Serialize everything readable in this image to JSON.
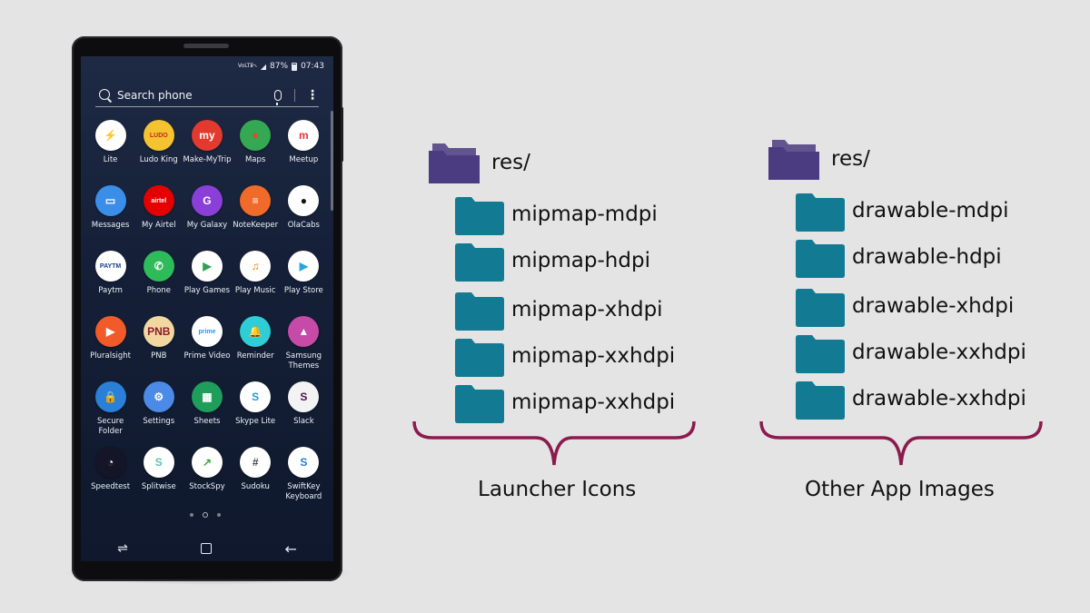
{
  "phone": {
    "status": {
      "network": "VoLTE",
      "battery": "87%",
      "time": "07:43"
    },
    "search": {
      "placeholder": "Search phone"
    },
    "apps": [
      {
        "label": "Lite",
        "icon": "messenger-lite-icon",
        "color": "#ffffff",
        "fg": "#2b7cf6",
        "glyph": "⚡"
      },
      {
        "label": "Ludo King",
        "icon": "ludo-king-icon",
        "color": "#f4c430",
        "fg": "#c6281b",
        "glyph": "LUDO"
      },
      {
        "label": "Make-MyTrip",
        "icon": "makemytrip-icon",
        "color": "#e23a2e",
        "fg": "#ffffff",
        "glyph": "my"
      },
      {
        "label": "Maps",
        "icon": "google-maps-icon",
        "color": "#34a853",
        "fg": "#ea4335",
        "glyph": "●"
      },
      {
        "label": "Meetup",
        "icon": "meetup-icon",
        "color": "#ffffff",
        "fg": "#e0393e",
        "glyph": "m"
      },
      {
        "label": "Messages",
        "icon": "messages-icon",
        "color": "#3b8ee8",
        "fg": "#ffffff",
        "glyph": "▭"
      },
      {
        "label": "My Airtel",
        "icon": "airtel-icon",
        "color": "#e40000",
        "fg": "#ffffff",
        "glyph": "airtel"
      },
      {
        "label": "My Galaxy",
        "icon": "my-galaxy-icon",
        "color": "#8a3fd8",
        "fg": "#ffffff",
        "glyph": "G"
      },
      {
        "label": "NoteKeeper",
        "icon": "notekeeper-icon",
        "color": "#f06a2a",
        "fg": "#ffffff",
        "glyph": "≡"
      },
      {
        "label": "OlaCabs",
        "icon": "olacabs-icon",
        "color": "#ffffff",
        "fg": "#111111",
        "glyph": "●"
      },
      {
        "label": "Paytm",
        "icon": "paytm-icon",
        "color": "#ffffff",
        "fg": "#1a3f8a",
        "glyph": "PAYTM"
      },
      {
        "label": "Phone",
        "icon": "phone-icon",
        "color": "#2ebb5a",
        "fg": "#ffffff",
        "glyph": "✆"
      },
      {
        "label": "Play Games",
        "icon": "play-games-icon",
        "color": "#ffffff",
        "fg": "#2fa14e",
        "glyph": "▶"
      },
      {
        "label": "Play Music",
        "icon": "play-music-icon",
        "color": "#ffffff",
        "fg": "#f57c00",
        "glyph": "♫"
      },
      {
        "label": "Play Store",
        "icon": "play-store-icon",
        "color": "#ffffff",
        "fg": "#2aa3df",
        "glyph": "▶"
      },
      {
        "label": "Pluralsight",
        "icon": "pluralsight-icon",
        "color": "#f15b2a",
        "fg": "#ffffff",
        "glyph": "▶"
      },
      {
        "label": "PNB",
        "icon": "pnb-icon",
        "color": "#f2d8a0",
        "fg": "#8a1c2b",
        "glyph": "PNB"
      },
      {
        "label": "Prime Video",
        "icon": "prime-video-icon",
        "color": "#ffffff",
        "fg": "#1a98ff",
        "glyph": "prime"
      },
      {
        "label": "Reminder",
        "icon": "reminder-icon",
        "color": "#2fcdd6",
        "fg": "#ffffff",
        "glyph": "🔔"
      },
      {
        "label": "Samsung Themes",
        "icon": "samsung-themes-icon",
        "color": "#c64aa8",
        "fg": "#ffffff",
        "glyph": "▲"
      },
      {
        "label": "Secure Folder",
        "icon": "secure-folder-icon",
        "color": "#2a7fd8",
        "fg": "#ffffff",
        "glyph": "🔒"
      },
      {
        "label": "Settings",
        "icon": "settings-icon",
        "color": "#4c8ae8",
        "fg": "#ffffff",
        "glyph": "⚙"
      },
      {
        "label": "Sheets",
        "icon": "sheets-icon",
        "color": "#1e9e5a",
        "fg": "#ffffff",
        "glyph": "▦"
      },
      {
        "label": "Skype Lite",
        "icon": "skype-lite-icon",
        "color": "#ffffff",
        "fg": "#1d9ce2",
        "glyph": "S"
      },
      {
        "label": "Slack",
        "icon": "slack-icon",
        "color": "#f3f3f3",
        "fg": "#4a154b",
        "glyph": "S"
      },
      {
        "label": "Speedtest",
        "icon": "speedtest-icon",
        "color": "#141526",
        "fg": "#ffffff",
        "glyph": "◔"
      },
      {
        "label": "Splitwise",
        "icon": "splitwise-icon",
        "color": "#ffffff",
        "fg": "#5bc5a7",
        "glyph": "S"
      },
      {
        "label": "StockSpy",
        "icon": "stockspy-icon",
        "color": "#ffffff",
        "fg": "#3aa83a",
        "glyph": "↗"
      },
      {
        "label": "Sudoku",
        "icon": "sudoku-icon",
        "color": "#ffffff",
        "fg": "#444444",
        "glyph": "#"
      },
      {
        "label": "SwiftKey Keyboard",
        "icon": "swiftkey-icon",
        "color": "#ffffff",
        "fg": "#1f7ed6",
        "glyph": "S"
      }
    ]
  },
  "left_tree": {
    "root_label": "res/",
    "folders": [
      "mipmap-mdpi",
      "mipmap-hdpi",
      "mipmap-xhdpi",
      "mipmap-xxhdpi",
      "mipmap-xxhdpi"
    ],
    "caption": "Launcher Icons"
  },
  "right_tree": {
    "root_label": "res/",
    "folders": [
      "drawable-mdpi",
      "drawable-hdpi",
      "drawable-xhdpi",
      "drawable-xxhdpi",
      "drawable-xxhdpi"
    ],
    "caption": "Other App Images"
  },
  "colors": {
    "root_folder": "#4b3b80",
    "sub_folder": "#137a93",
    "brace": "#8b1b4f",
    "background": "#e4e4e4"
  }
}
